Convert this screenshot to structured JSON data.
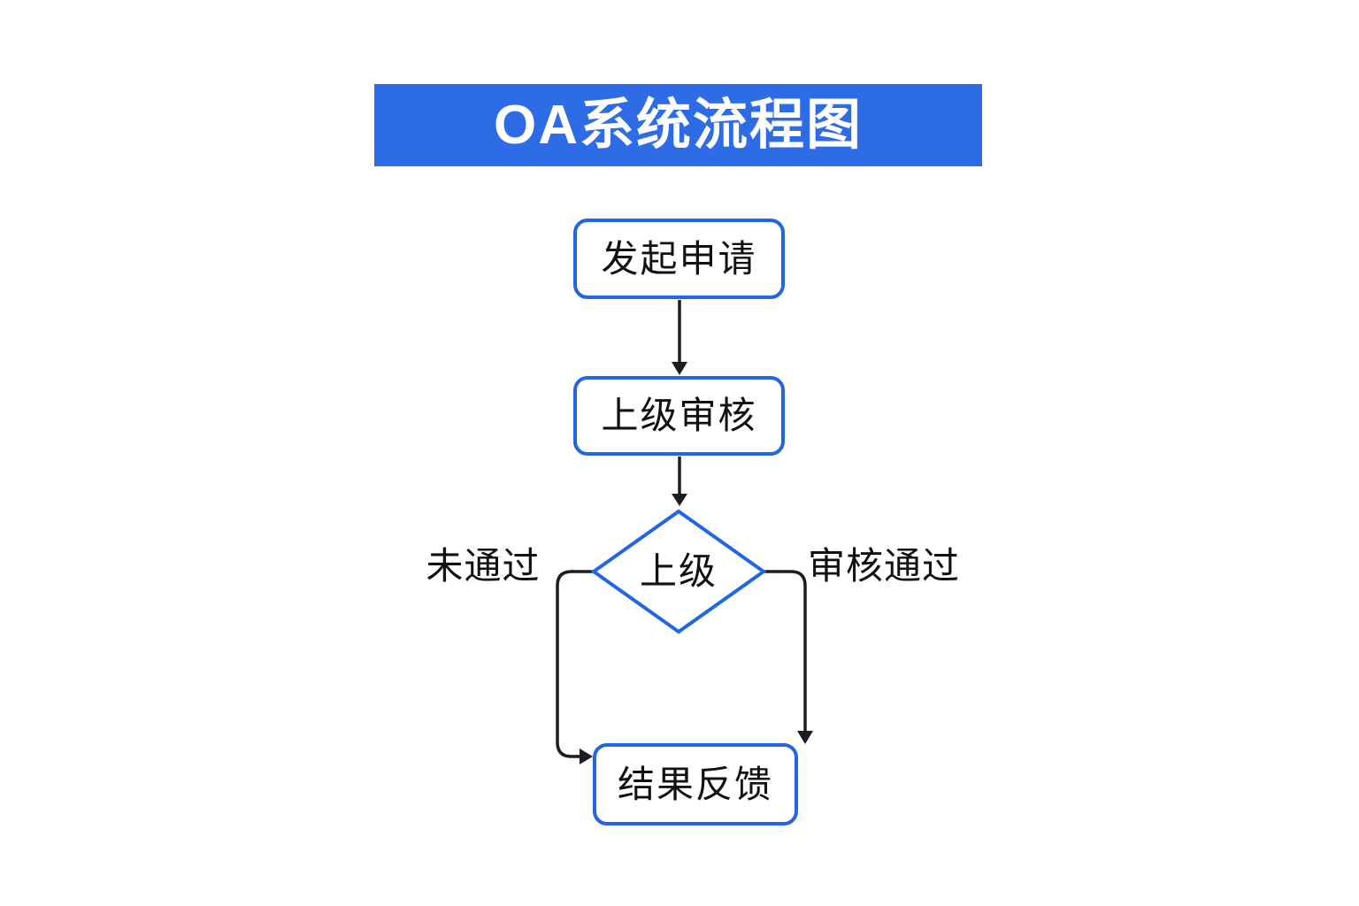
{
  "title": "OA系统流程图",
  "flow": {
    "nodes": [
      {
        "id": "start",
        "type": "process",
        "label": "发起申请"
      },
      {
        "id": "review",
        "type": "process",
        "label": "上级审核"
      },
      {
        "id": "decision",
        "type": "decision",
        "label": "上级"
      },
      {
        "id": "result",
        "type": "process",
        "label": "结果反馈"
      }
    ],
    "edges": [
      {
        "from": "start",
        "to": "review",
        "label": ""
      },
      {
        "from": "review",
        "to": "decision",
        "label": ""
      },
      {
        "from": "decision",
        "to": "result",
        "label": "未通过",
        "side": "left"
      },
      {
        "from": "decision",
        "to": "result",
        "label": "审核通过",
        "side": "right"
      }
    ]
  },
  "colors": {
    "banner_blue": "#2e6be6",
    "node_border_blue": "#2266e3",
    "line_black": "#1d1d1f",
    "text_black": "#111111",
    "background": "#ffffff"
  }
}
